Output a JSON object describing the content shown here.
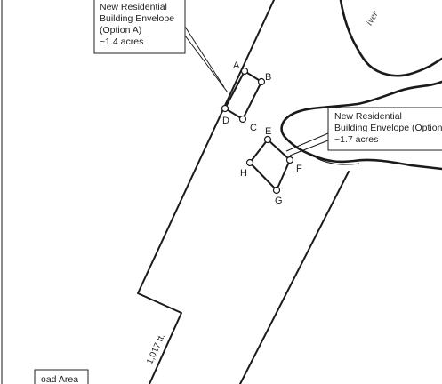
{
  "map": {
    "callout_a": {
      "lines": [
        "New Residential",
        "Building Envelope",
        "(Option A)",
        "~1.4 acres"
      ]
    },
    "callout_b": {
      "lines": [
        "New Residential",
        "Building Envelope (Option",
        "~1.7 acres"
      ]
    },
    "vertices": {
      "A": "A",
      "B": "B",
      "C": "C",
      "D": "D",
      "E": "E",
      "F": "F",
      "G": "G",
      "H": "H"
    },
    "dimension_label": "1,017 ft.",
    "river_label": "iver",
    "legend_fragment": "oad Area"
  }
}
